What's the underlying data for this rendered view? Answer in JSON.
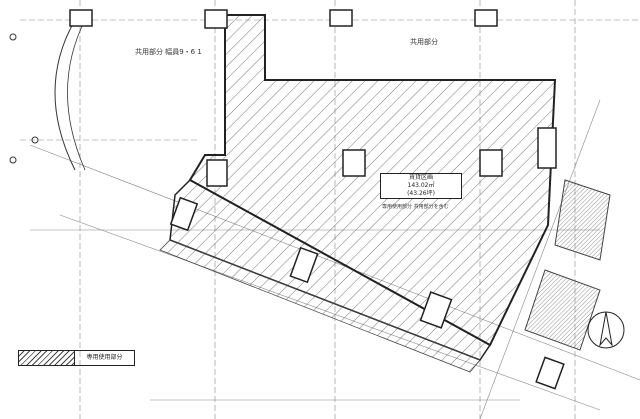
{
  "plan": {
    "room_name": "賃貸区画",
    "room_area": "143.02㎡",
    "room_tsubo": "(43.26坪)",
    "top_left_label": "共用部分 幅員9・6 1",
    "top_right_label": "共用部分",
    "note_label": "専用使用部分 共用部分を含む"
  },
  "legend": {
    "label": "専用使用部分"
  },
  "colors": {
    "line": "#222222",
    "hatch": "#555555"
  }
}
